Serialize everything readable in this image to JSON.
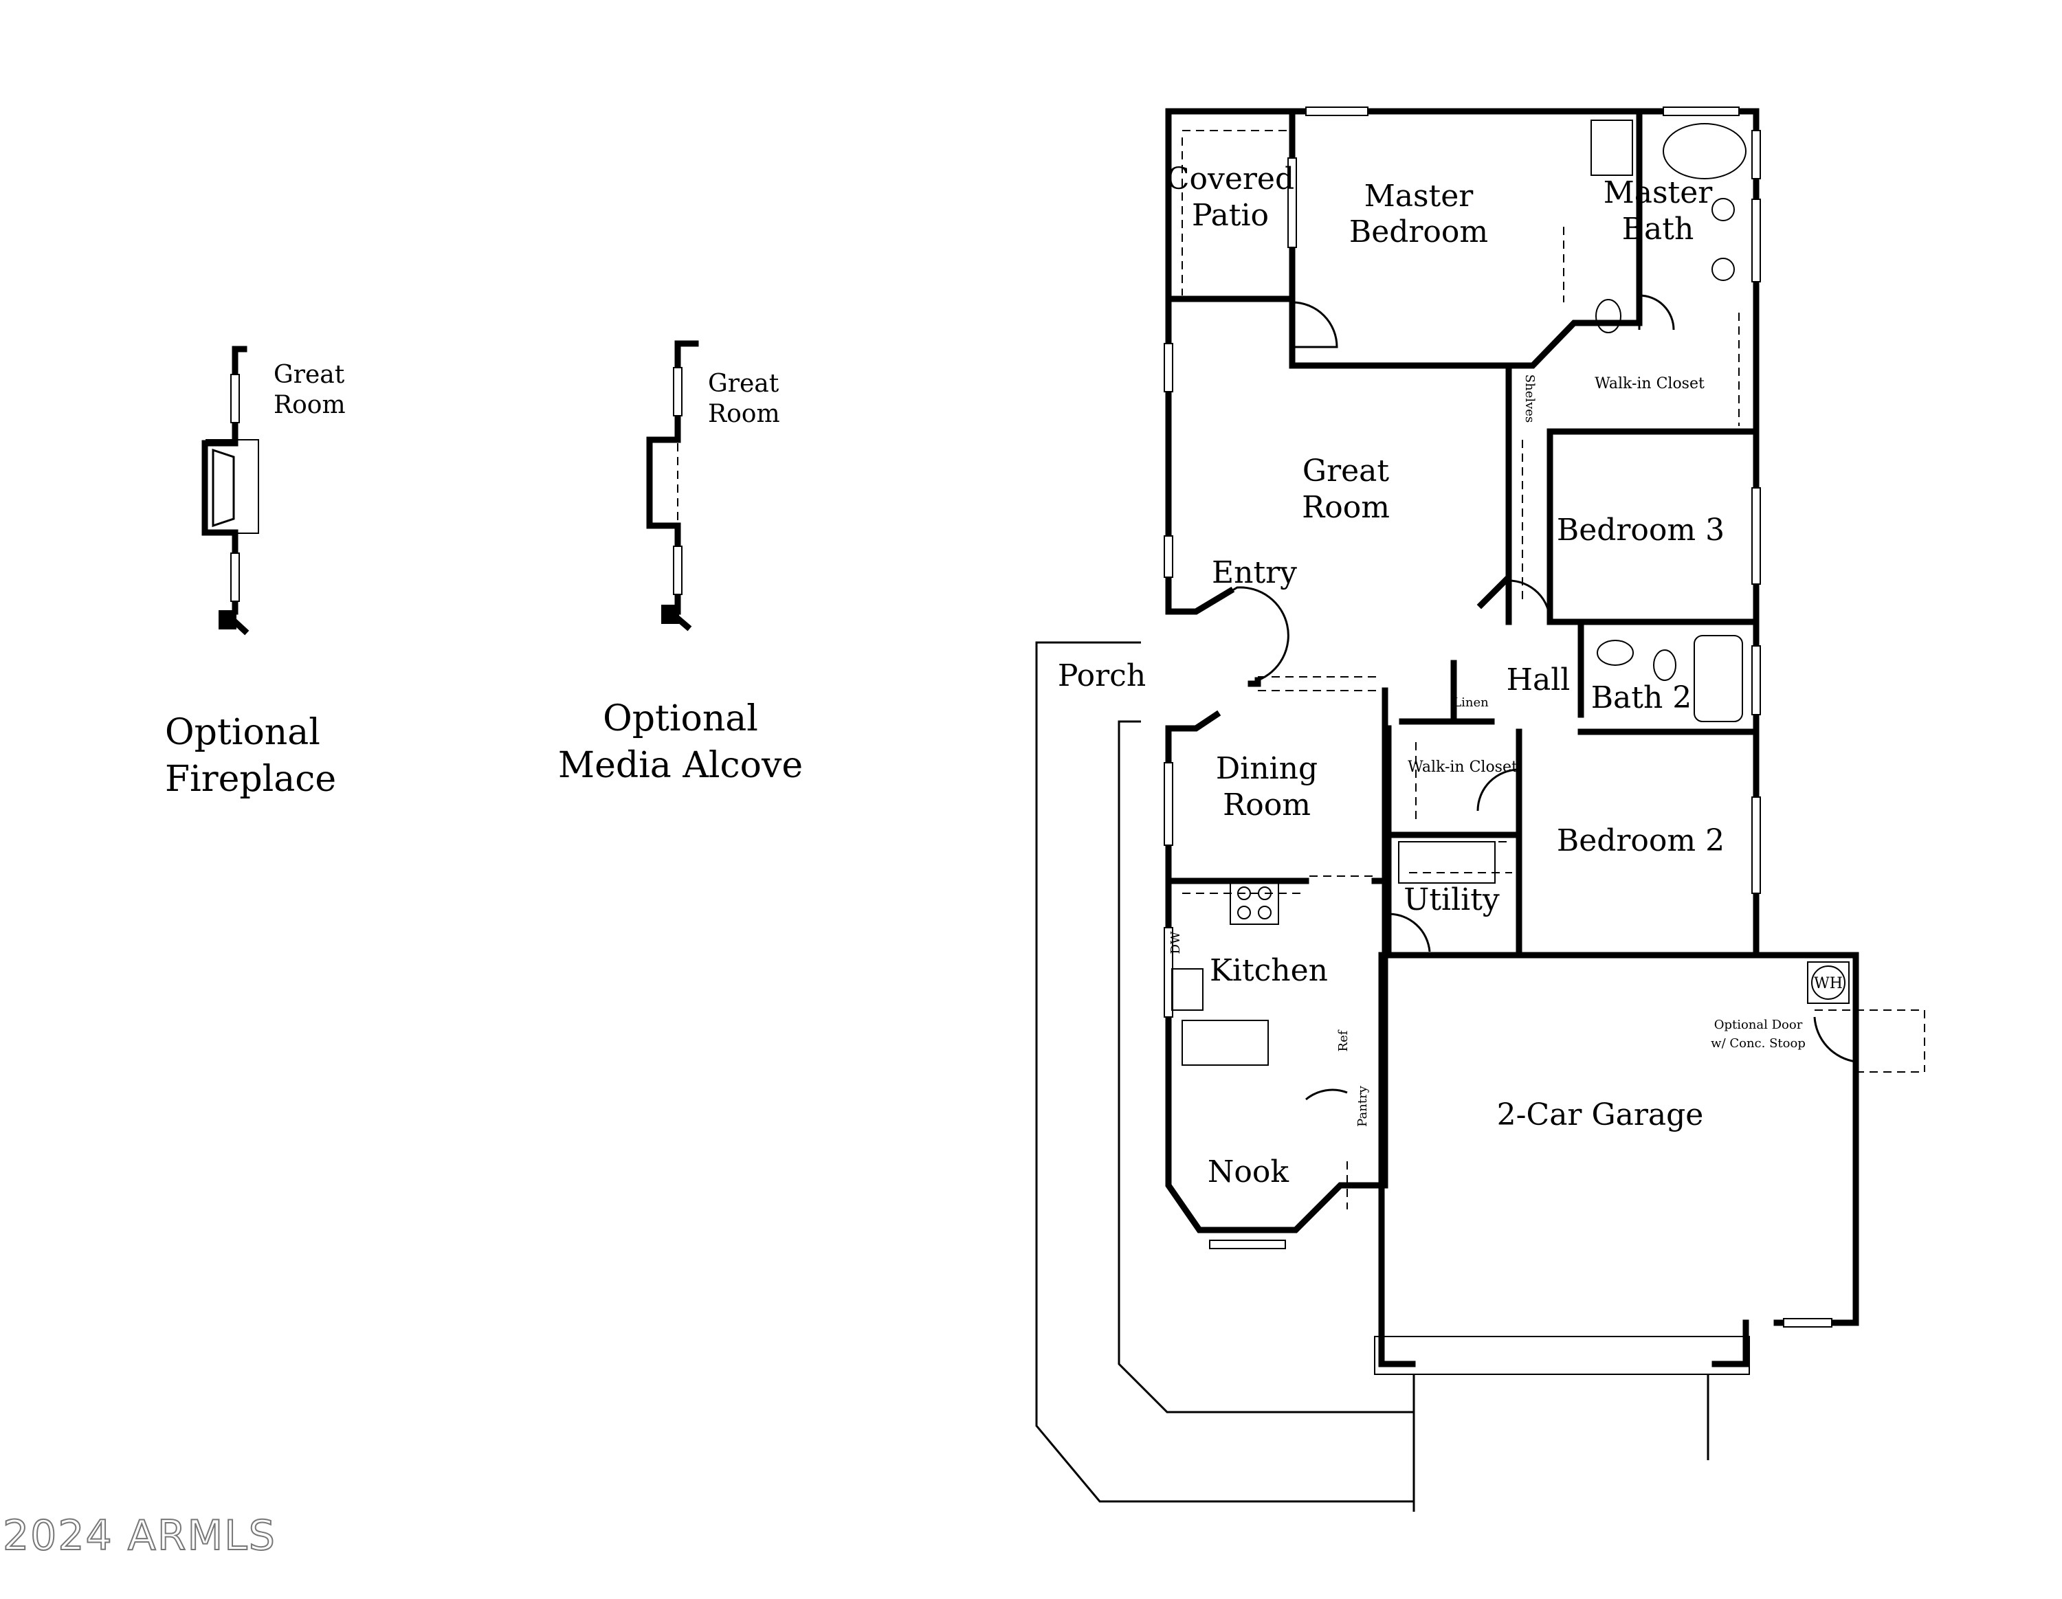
{
  "rooms": {
    "covered_patio": [
      "Covered",
      "Patio"
    ],
    "master_bedroom": [
      "Master",
      "Bedroom"
    ],
    "master_bath": [
      "Master",
      "Bath"
    ],
    "walk_in_closet_master": "Walk-in Closet",
    "shelves": "Shelves",
    "great_room": [
      "Great",
      "Room"
    ],
    "bedroom_3": "Bedroom 3",
    "entry": "Entry",
    "porch": "Porch",
    "hall": "Hall",
    "linen": "Linen",
    "bath_2": "Bath 2",
    "dining_room": [
      "Dining",
      "Room"
    ],
    "walk_in_closet_bed2": "Walk-in Closet",
    "bedroom_2": "Bedroom 2",
    "utility": "Utility",
    "kitchen": "Kitchen",
    "dw": "DW",
    "ref": "Ref",
    "pantry": "Pantry",
    "nook": "Nook",
    "wh": "WH",
    "optional_door": [
      "Optional Door",
      "w/ Conc. Stoop"
    ],
    "garage": "2-Car Garage"
  },
  "options": {
    "fireplace": {
      "room": [
        "Great",
        "Room"
      ],
      "title": [
        "Optional",
        "Fireplace"
      ]
    },
    "media_alcove": {
      "room": [
        "Great",
        "Room"
      ],
      "title": [
        "Optional",
        "Media Alcove"
      ]
    }
  },
  "watermark": "2024 ARMLS"
}
